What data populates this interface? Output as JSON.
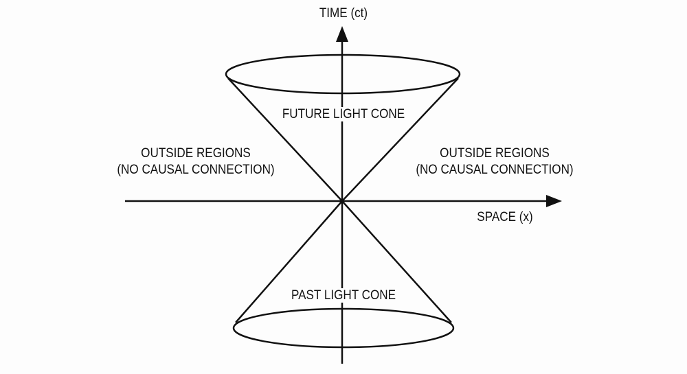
{
  "diagram": {
    "time_axis_label": "TIME (ct)",
    "space_axis_label": "SPACE (x)",
    "future_cone_label": "FUTURE LIGHT CONE",
    "past_cone_label": "PAST LIGHT CONE",
    "outside_left": {
      "line1": "OUTSIDE REGIONS",
      "line2": "(NO CAUSAL CONNECTION)"
    },
    "outside_right": {
      "line1": "OUTSIDE REGIONS",
      "line2": "(NO CAUSAL CONNECTION)"
    },
    "stroke_color": "#111111"
  }
}
